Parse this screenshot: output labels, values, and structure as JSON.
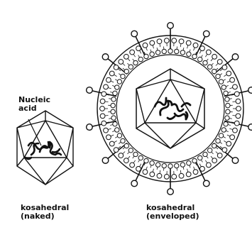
{
  "labels": {
    "nucleic_line1": "Nucleic",
    "nucleic_line2": "acid",
    "naked_line1": "kosahedral",
    "naked_line2": "(naked)",
    "enveloped_line1": "kosahedral",
    "enveloped_line2": "(enveloped)"
  },
  "colors": {
    "ink": "#111111",
    "background": "#ffffff"
  }
}
